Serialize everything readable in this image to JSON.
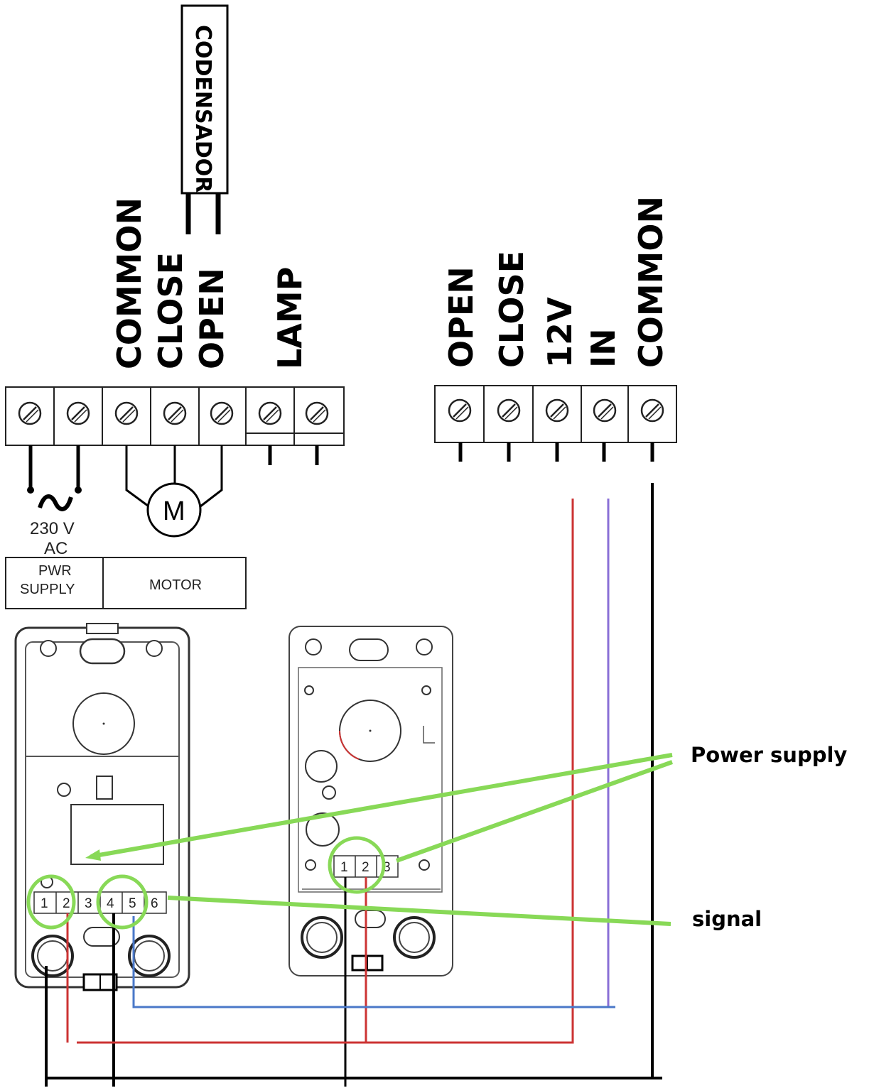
{
  "capacitor": {
    "label": "CODENSADOR"
  },
  "motor_block": {
    "labels": [
      "COMMON",
      "CLOSE",
      "OPEN",
      "LAMP"
    ],
    "motor_symbol": "M",
    "voltage": "230 V",
    "current_type": "AC",
    "ac_symbol": "~",
    "pwr_supply_line1": "PWR",
    "pwr_supply_line2": "SUPPLY",
    "motor_label": "MOTOR"
  },
  "input_block": {
    "labels": [
      "OPEN",
      "CLOSE",
      "12V",
      "IN",
      "COMMON"
    ]
  },
  "receiver_left": {
    "terminals": [
      "1",
      "2",
      "3",
      "4",
      "5",
      "6"
    ]
  },
  "receiver_right": {
    "terminals": [
      "1",
      "2",
      "3"
    ]
  },
  "annotations": {
    "power_supply": "Power supply",
    "signal": "signal"
  },
  "colors": {
    "wire_black": "#000000",
    "wire_red": "#cc3333",
    "wire_purple": "#8a6fd6",
    "wire_blue": "#4a78c8",
    "highlight_green": "#88d957"
  }
}
